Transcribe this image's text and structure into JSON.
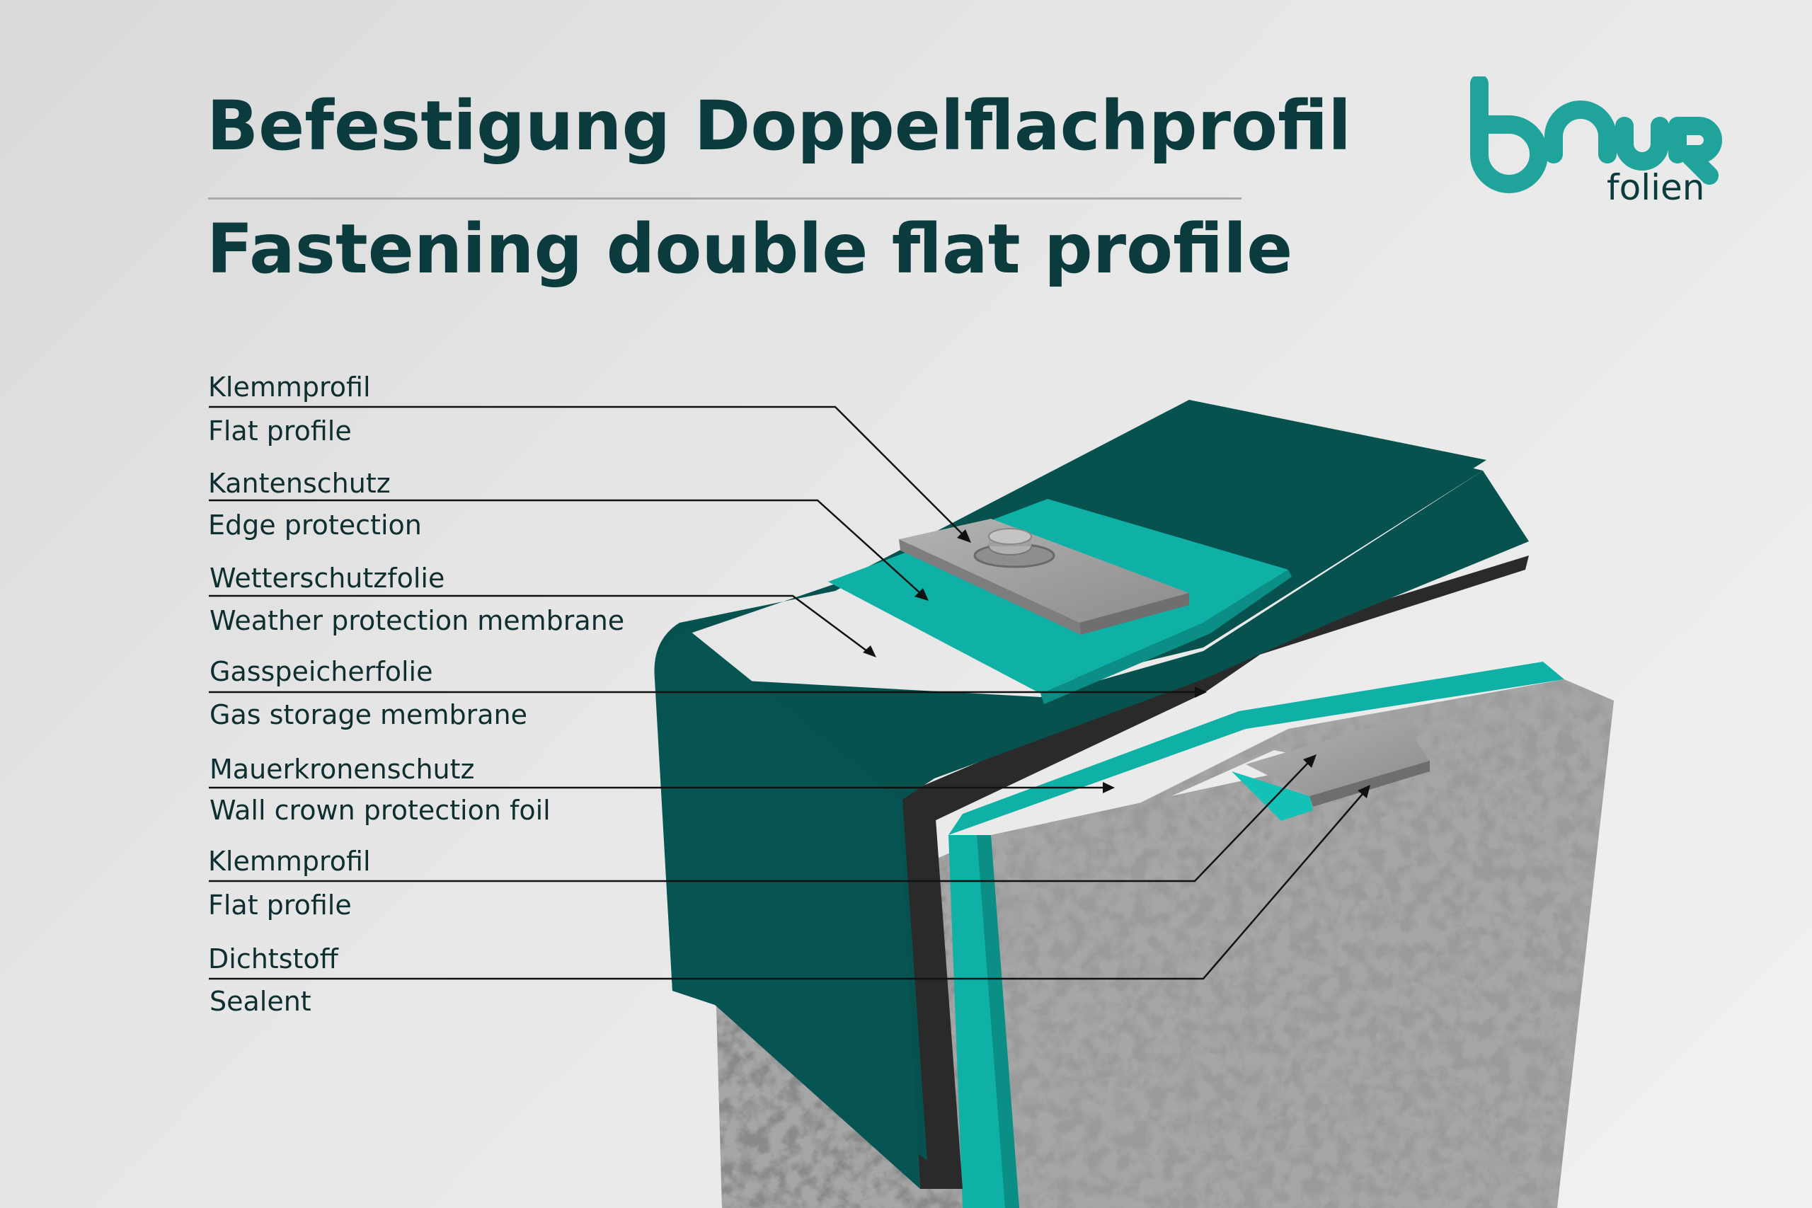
{
  "header": {
    "title_de": "Befestigung Doppelflachprofil",
    "title_en": "Fastening double flat profile"
  },
  "logo": {
    "wordmark": "baur",
    "subtitle": "folien",
    "color": "#1fa39b"
  },
  "labels": [
    {
      "de": "Klemmprofil",
      "en": "Flat profile"
    },
    {
      "de": "Kantenschutz",
      "en": "Edge protection"
    },
    {
      "de": "Wetterschutzfolie",
      "en": "Weather protection membrane"
    },
    {
      "de": "Gasspeicherfolie",
      "en": "Gas storage membrane"
    },
    {
      "de": "Mauerkronenschutz",
      "en": "Wall crown protection foil"
    },
    {
      "de": "Klemmprofil",
      "en": "Flat profile"
    },
    {
      "de": "Dichtstoff",
      "en": "Sealent"
    }
  ],
  "colors": {
    "title": "#0c3b3e",
    "dark_teal": "#07524f",
    "bright_teal": "#0fb1a6",
    "black_membrane": "#2a2a2a",
    "metal": "#9a9a9a",
    "concrete": "#7d7d7d"
  }
}
